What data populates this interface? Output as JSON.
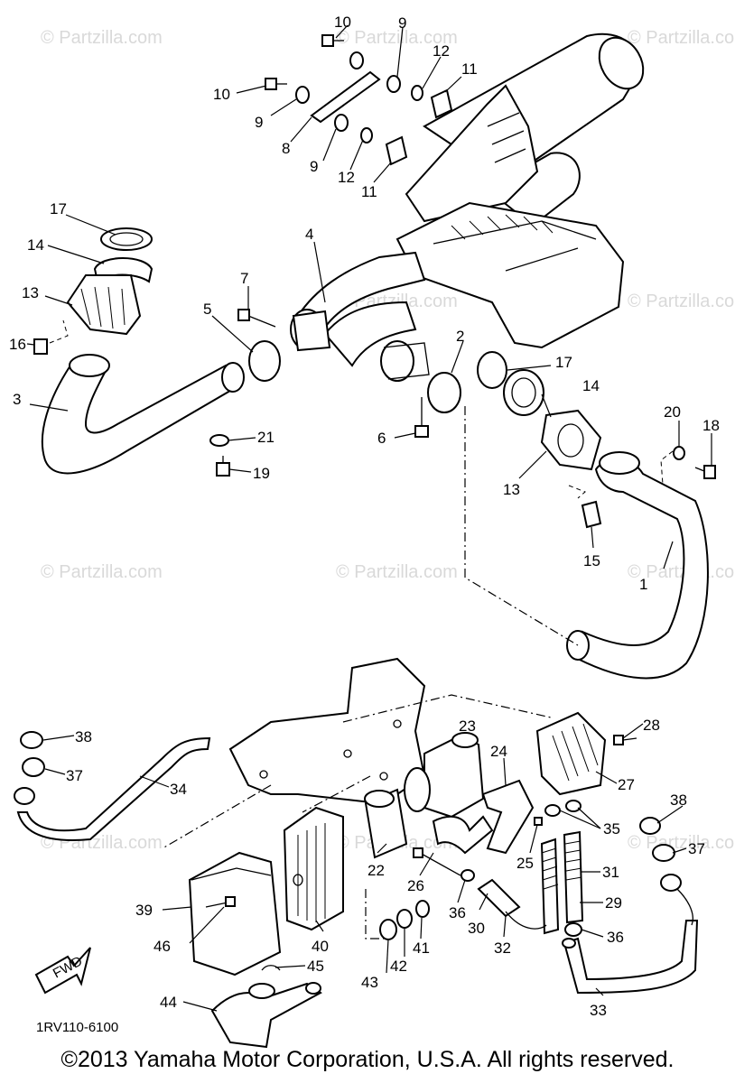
{
  "watermark": "© Partzilla.com",
  "figure_code": "1RV110-6100",
  "fwd_label": "FWD",
  "copyright": "©2013 Yamaha Motor Corporation, U.S.A. All rights reserved.",
  "callouts": [
    "1",
    "2",
    "3",
    "4",
    "5",
    "6",
    "7",
    "8",
    "9",
    "10",
    "11",
    "12",
    "13",
    "14",
    "15",
    "16",
    "17",
    "18",
    "19",
    "20",
    "21",
    "22",
    "23",
    "24",
    "25",
    "26",
    "27",
    "28",
    "29",
    "30",
    "31",
    "32",
    "33",
    "34",
    "35",
    "36",
    "37",
    "38",
    "39",
    "40",
    "41",
    "42",
    "43",
    "44",
    "45",
    "46"
  ]
}
